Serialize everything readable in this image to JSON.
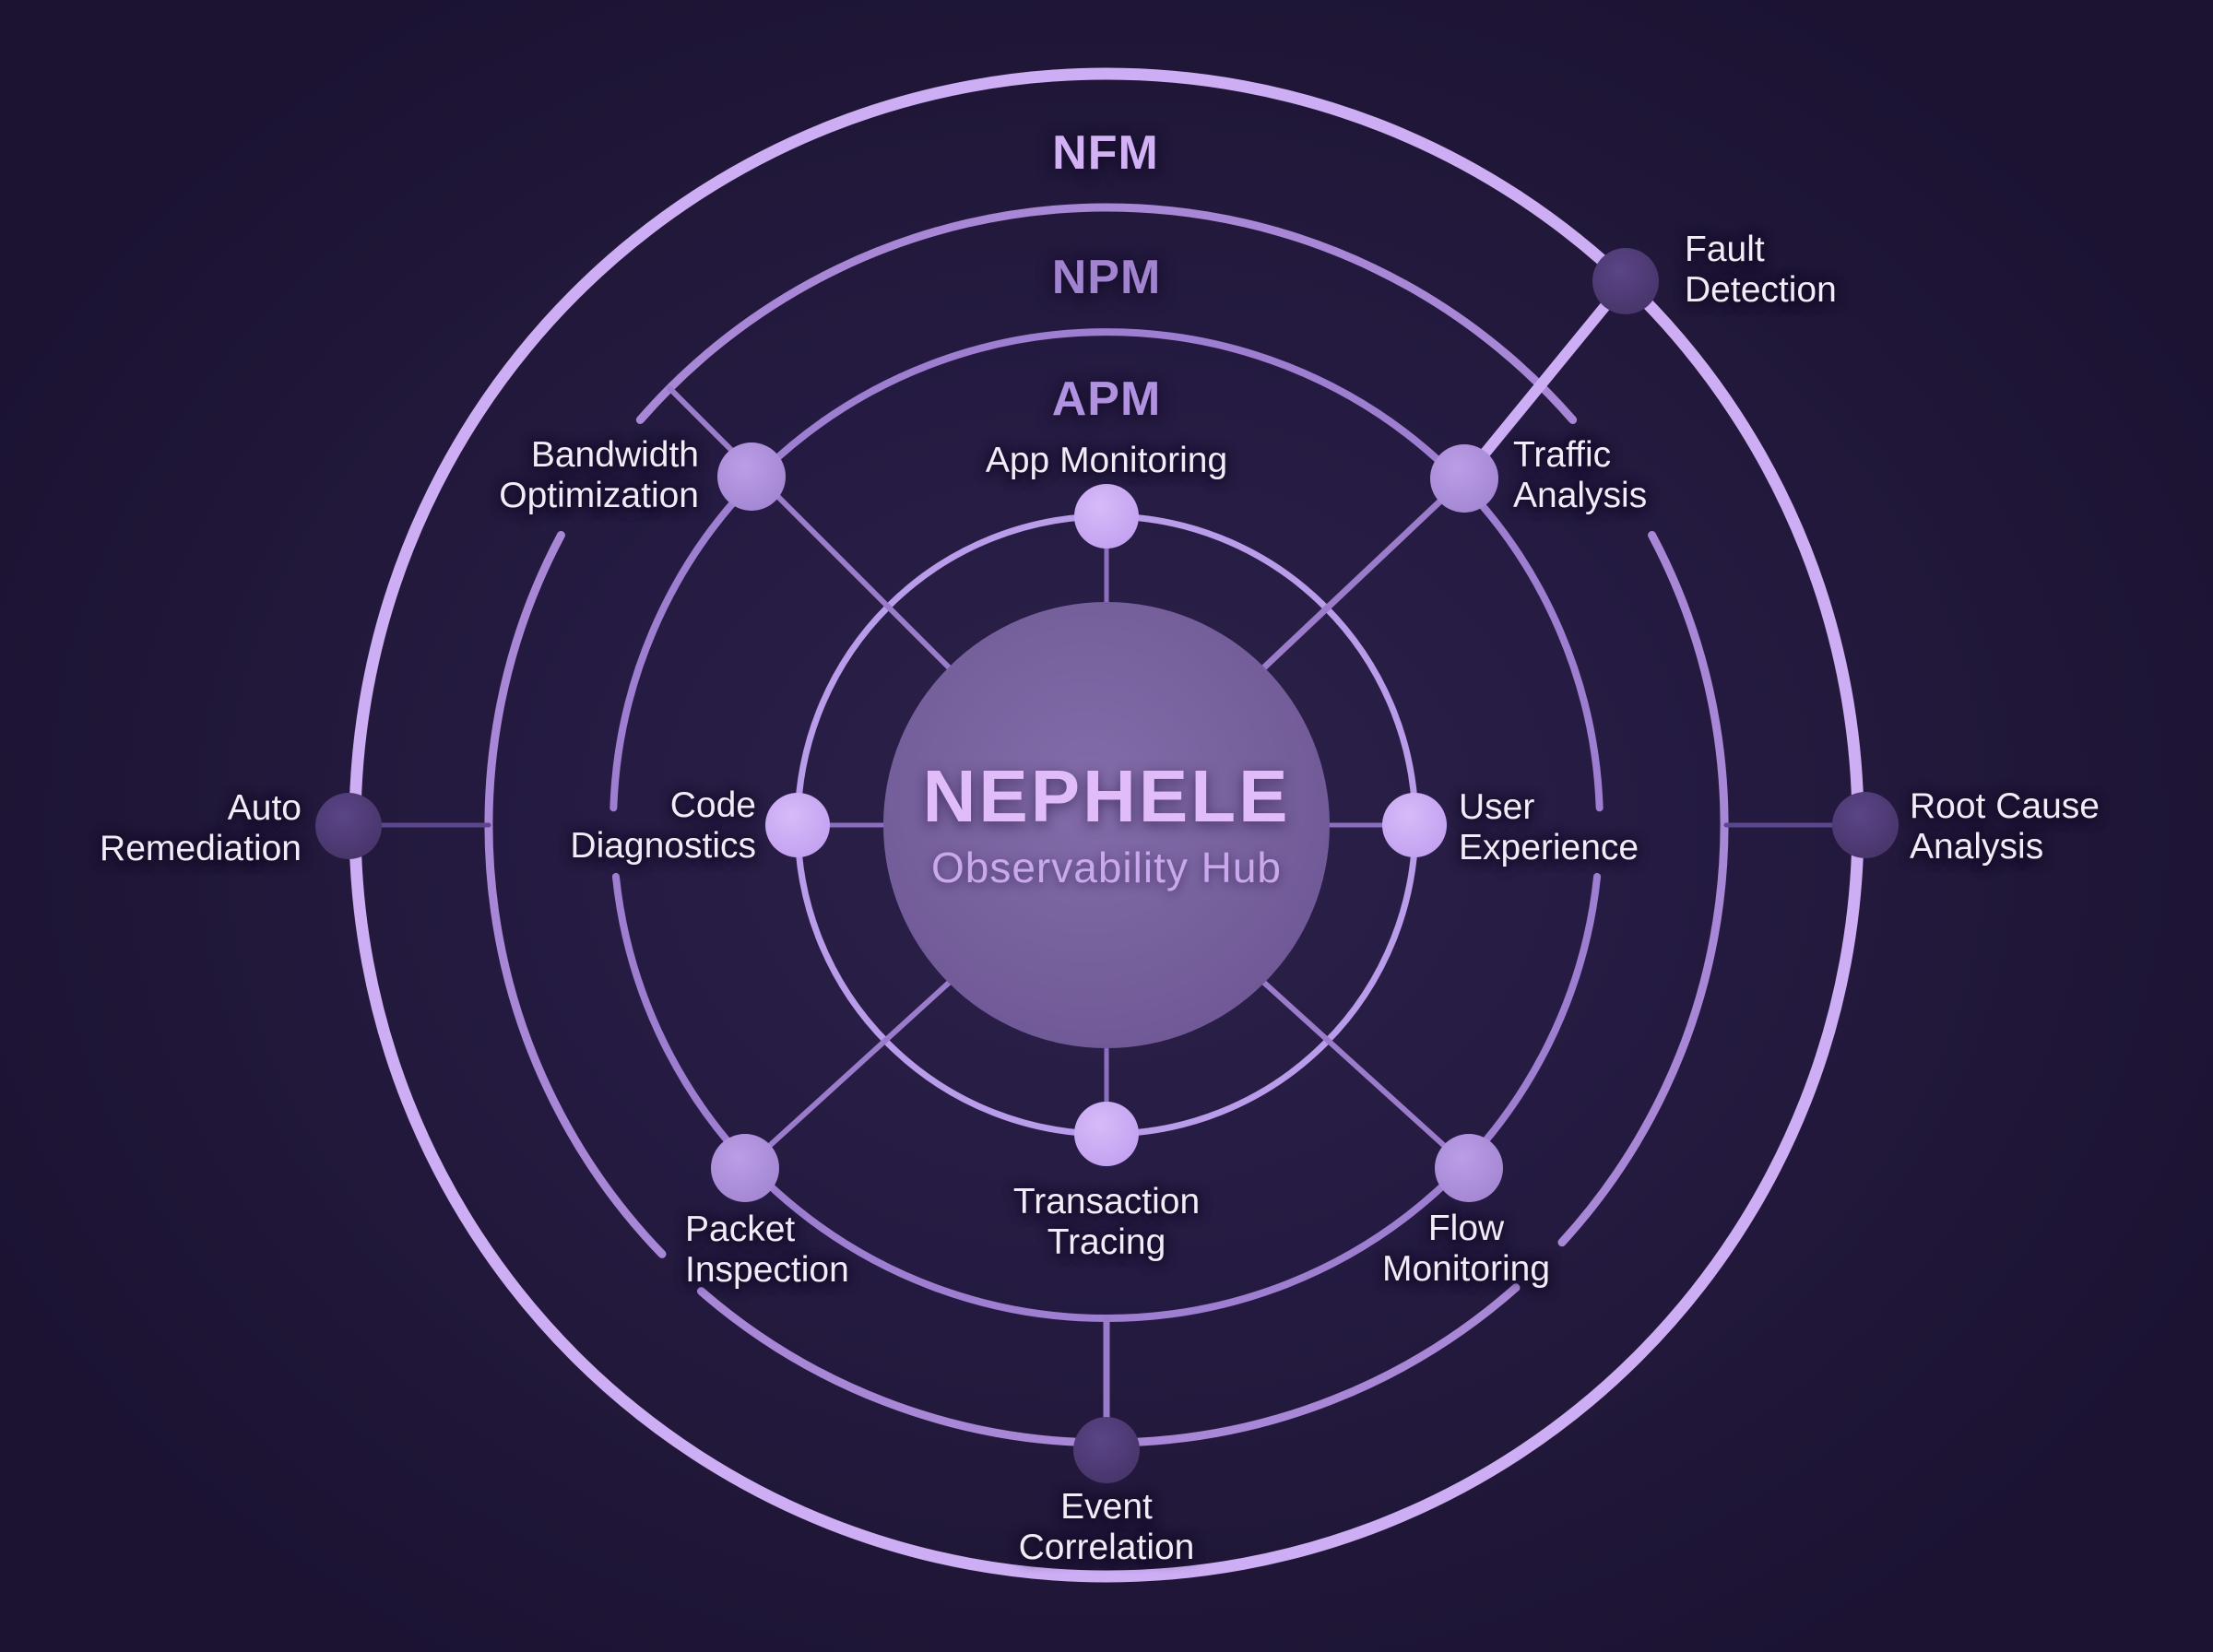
{
  "hub": {
    "title": "NEPHELE",
    "subtitle": "Observability Hub"
  },
  "rings": [
    {
      "id": "apm",
      "label": "APM",
      "nodes": [
        {
          "id": "app-monitoring",
          "label": "App Monitoring"
        },
        {
          "id": "code-diagnostics",
          "label": "Code\nDiagnostics"
        },
        {
          "id": "user-experience",
          "label": "User\nExperience"
        },
        {
          "id": "transaction-tracing",
          "label": "Transaction\nTracing"
        }
      ]
    },
    {
      "id": "npm",
      "label": "NPM",
      "nodes": [
        {
          "id": "bandwidth-optimization",
          "label": "Bandwidth\nOptimization"
        },
        {
          "id": "traffic-analysis",
          "label": "Traffic\nAnalysis"
        },
        {
          "id": "packet-inspection",
          "label": "Packet\nInspection"
        },
        {
          "id": "flow-monitoring",
          "label": "Flow\nMonitoring"
        }
      ]
    },
    {
      "id": "nfm",
      "label": "NFM",
      "nodes": [
        {
          "id": "fault-detection",
          "label": "Fault\nDetection"
        },
        {
          "id": "auto-remediation",
          "label": "Auto\nRemediation"
        },
        {
          "id": "root-cause-analysis",
          "label": "Root Cause\nAnalysis"
        },
        {
          "id": "event-correlation",
          "label": "Event\nCorrelation"
        }
      ]
    }
  ],
  "palette": {
    "background_outer": "#1c1333",
    "background_inner": "#2c2149",
    "hub_fill": "#76609c",
    "hub_title_color": "#e0bdf8",
    "hub_subtitle_color": "#c9a8ec",
    "label_color": "#f1ecf8",
    "apm_label_color": "#b192e0",
    "npm_label_color": "#a183cf",
    "nfm_label_color": "#d2b1f4",
    "ring_apm_stroke": "#b99cea",
    "ring_npm_stroke": "#9d7ed0",
    "ring_mid_stroke": "#a787d6",
    "ring_nfm_stroke": "#cdadf3",
    "node_apm_fill": "#c9a9f2",
    "node_npm_fill": "#ad8fda",
    "node_nfm_fill": "#4f3c77",
    "spoke_color": "#8b6ec0",
    "spoke_dark": "#5c468e",
    "spoke_mid": "#9a7cca",
    "spoke_bright": "#cdaef4"
  }
}
